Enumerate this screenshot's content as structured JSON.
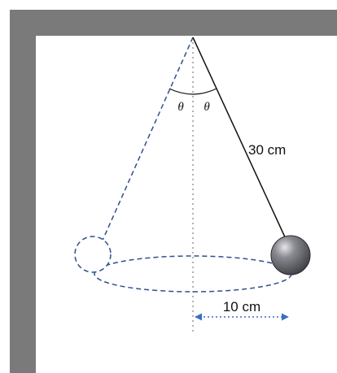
{
  "labels": {
    "string_length": "30 cm",
    "radius": "10 cm",
    "angle_left": "θ",
    "angle_right": "θ"
  },
  "colors": {
    "wall": "#7a7a7a",
    "dashed": "#2f4f8f",
    "radius_arrow": "#3a6fc4",
    "axis": "#9a9a9a",
    "string": "#111111",
    "bob": "#6a6a72"
  }
}
